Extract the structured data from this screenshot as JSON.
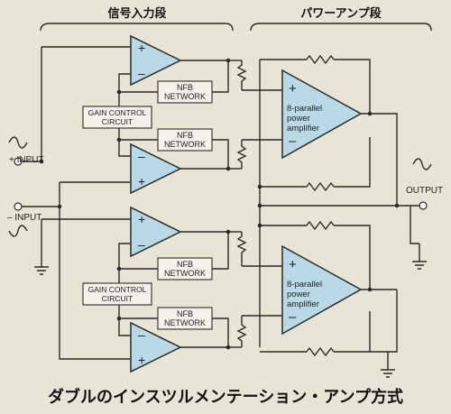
{
  "headers": {
    "input_stage": "信号入力段",
    "power_stage": "パワーアンプ段"
  },
  "labels": {
    "nfb_line1": "NFB",
    "nfb_line2": "NETWORK",
    "gain_line1": "GAIN CONTROL",
    "gain_line2": "CIRCUIT",
    "amp_line1": "8-parallel",
    "amp_line2": "power",
    "amp_line3": "amplifier",
    "plus_input": "+ INPUT",
    "minus_input": "– INPUT",
    "output": "OUTPUT",
    "plus": "+",
    "minus": "–"
  },
  "caption": "ダブルのインスツルメンテーション・アンプ方式",
  "colors": {
    "background": "#e9e5d6",
    "amplifier_fill": "#b9d9e6",
    "line": "#2a2a2a"
  }
}
